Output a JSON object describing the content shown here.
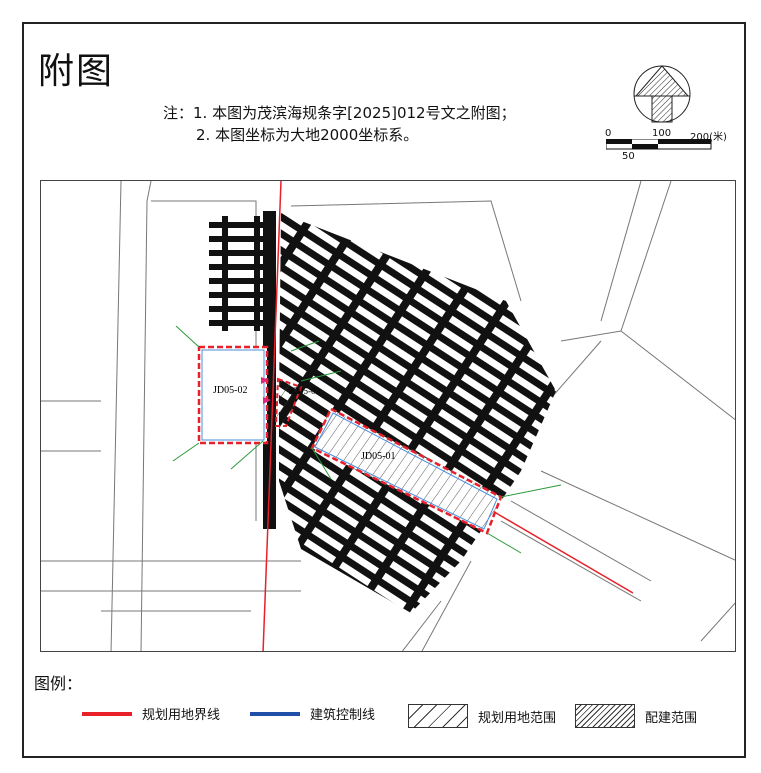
{
  "title": "附图",
  "notes": [
    "注：1. 本图为茂滨海规条字[2025]012号文之附图；",
    "2. 本图坐标为大地2000坐标系。"
  ],
  "scale": {
    "t0": "0",
    "t100": "100",
    "t200": "200(米)",
    "t50": "50"
  },
  "plots": {
    "p1": "JD05-01",
    "p2": "JD05-02",
    "p3": "JD05-03"
  },
  "legend": {
    "title": "图例：",
    "items": [
      {
        "label": "规划用地界线",
        "color": "#e8202a"
      },
      {
        "label": "建筑控制线",
        "color": "#1f4fa8"
      },
      {
        "label": "规划用地范围"
      },
      {
        "label": "配建范围"
      }
    ]
  }
}
